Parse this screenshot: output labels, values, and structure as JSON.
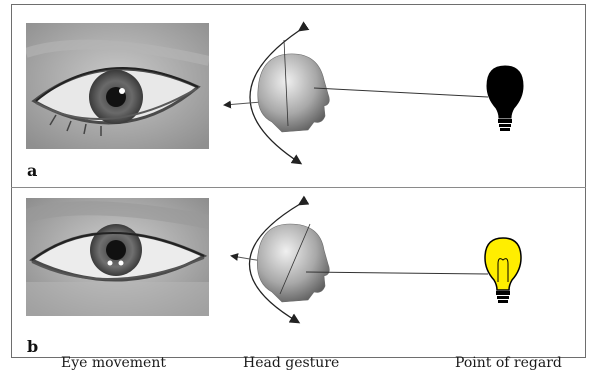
{
  "panels": {
    "a": {
      "label": "a",
      "bulb_color": "#000000"
    },
    "b": {
      "label": "b",
      "bulb_color": "#ffee00"
    }
  },
  "captions": {
    "eye_movement": "Eye movement",
    "head_gesture": "Head gesture",
    "point_of_regard": "Point of regard"
  }
}
